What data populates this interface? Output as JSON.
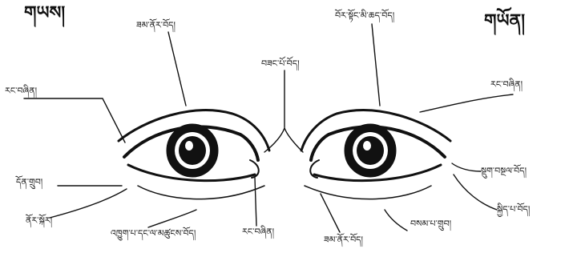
{
  "sides": {
    "right_side_title": "གཡས།",
    "left_side_title": "གཡོན།"
  },
  "labels": {
    "upper_lid_left": "ཟམ་ནོར་བོད།",
    "upper_lid_right": "བོར་སྟོང་མི་ཆད་བོད།",
    "nose_bridge": "བཟང་པོ་བོད།",
    "natural_left_top": "རང་བཞིན།",
    "natural_right_top": "རང་བཞིན།",
    "inner_corner": "དོན་གྲུབ།",
    "lower_outer": "ནོར་སྐོར།",
    "lower_lid": "འཁྱུག་པ་དང་ལ་མཚུངས་བོད།",
    "natural_bottom": "རང་བཞིན།",
    "lower_lid_right": "ཟམ་ནོར་བོད།",
    "lower_curve": "བསམ་པ་གྲུབ།",
    "outer_corner_right": "སྡུག་བསྔལ་བོད།",
    "outer_lower_right": "སྐྱིད་པ་བོད།"
  }
}
